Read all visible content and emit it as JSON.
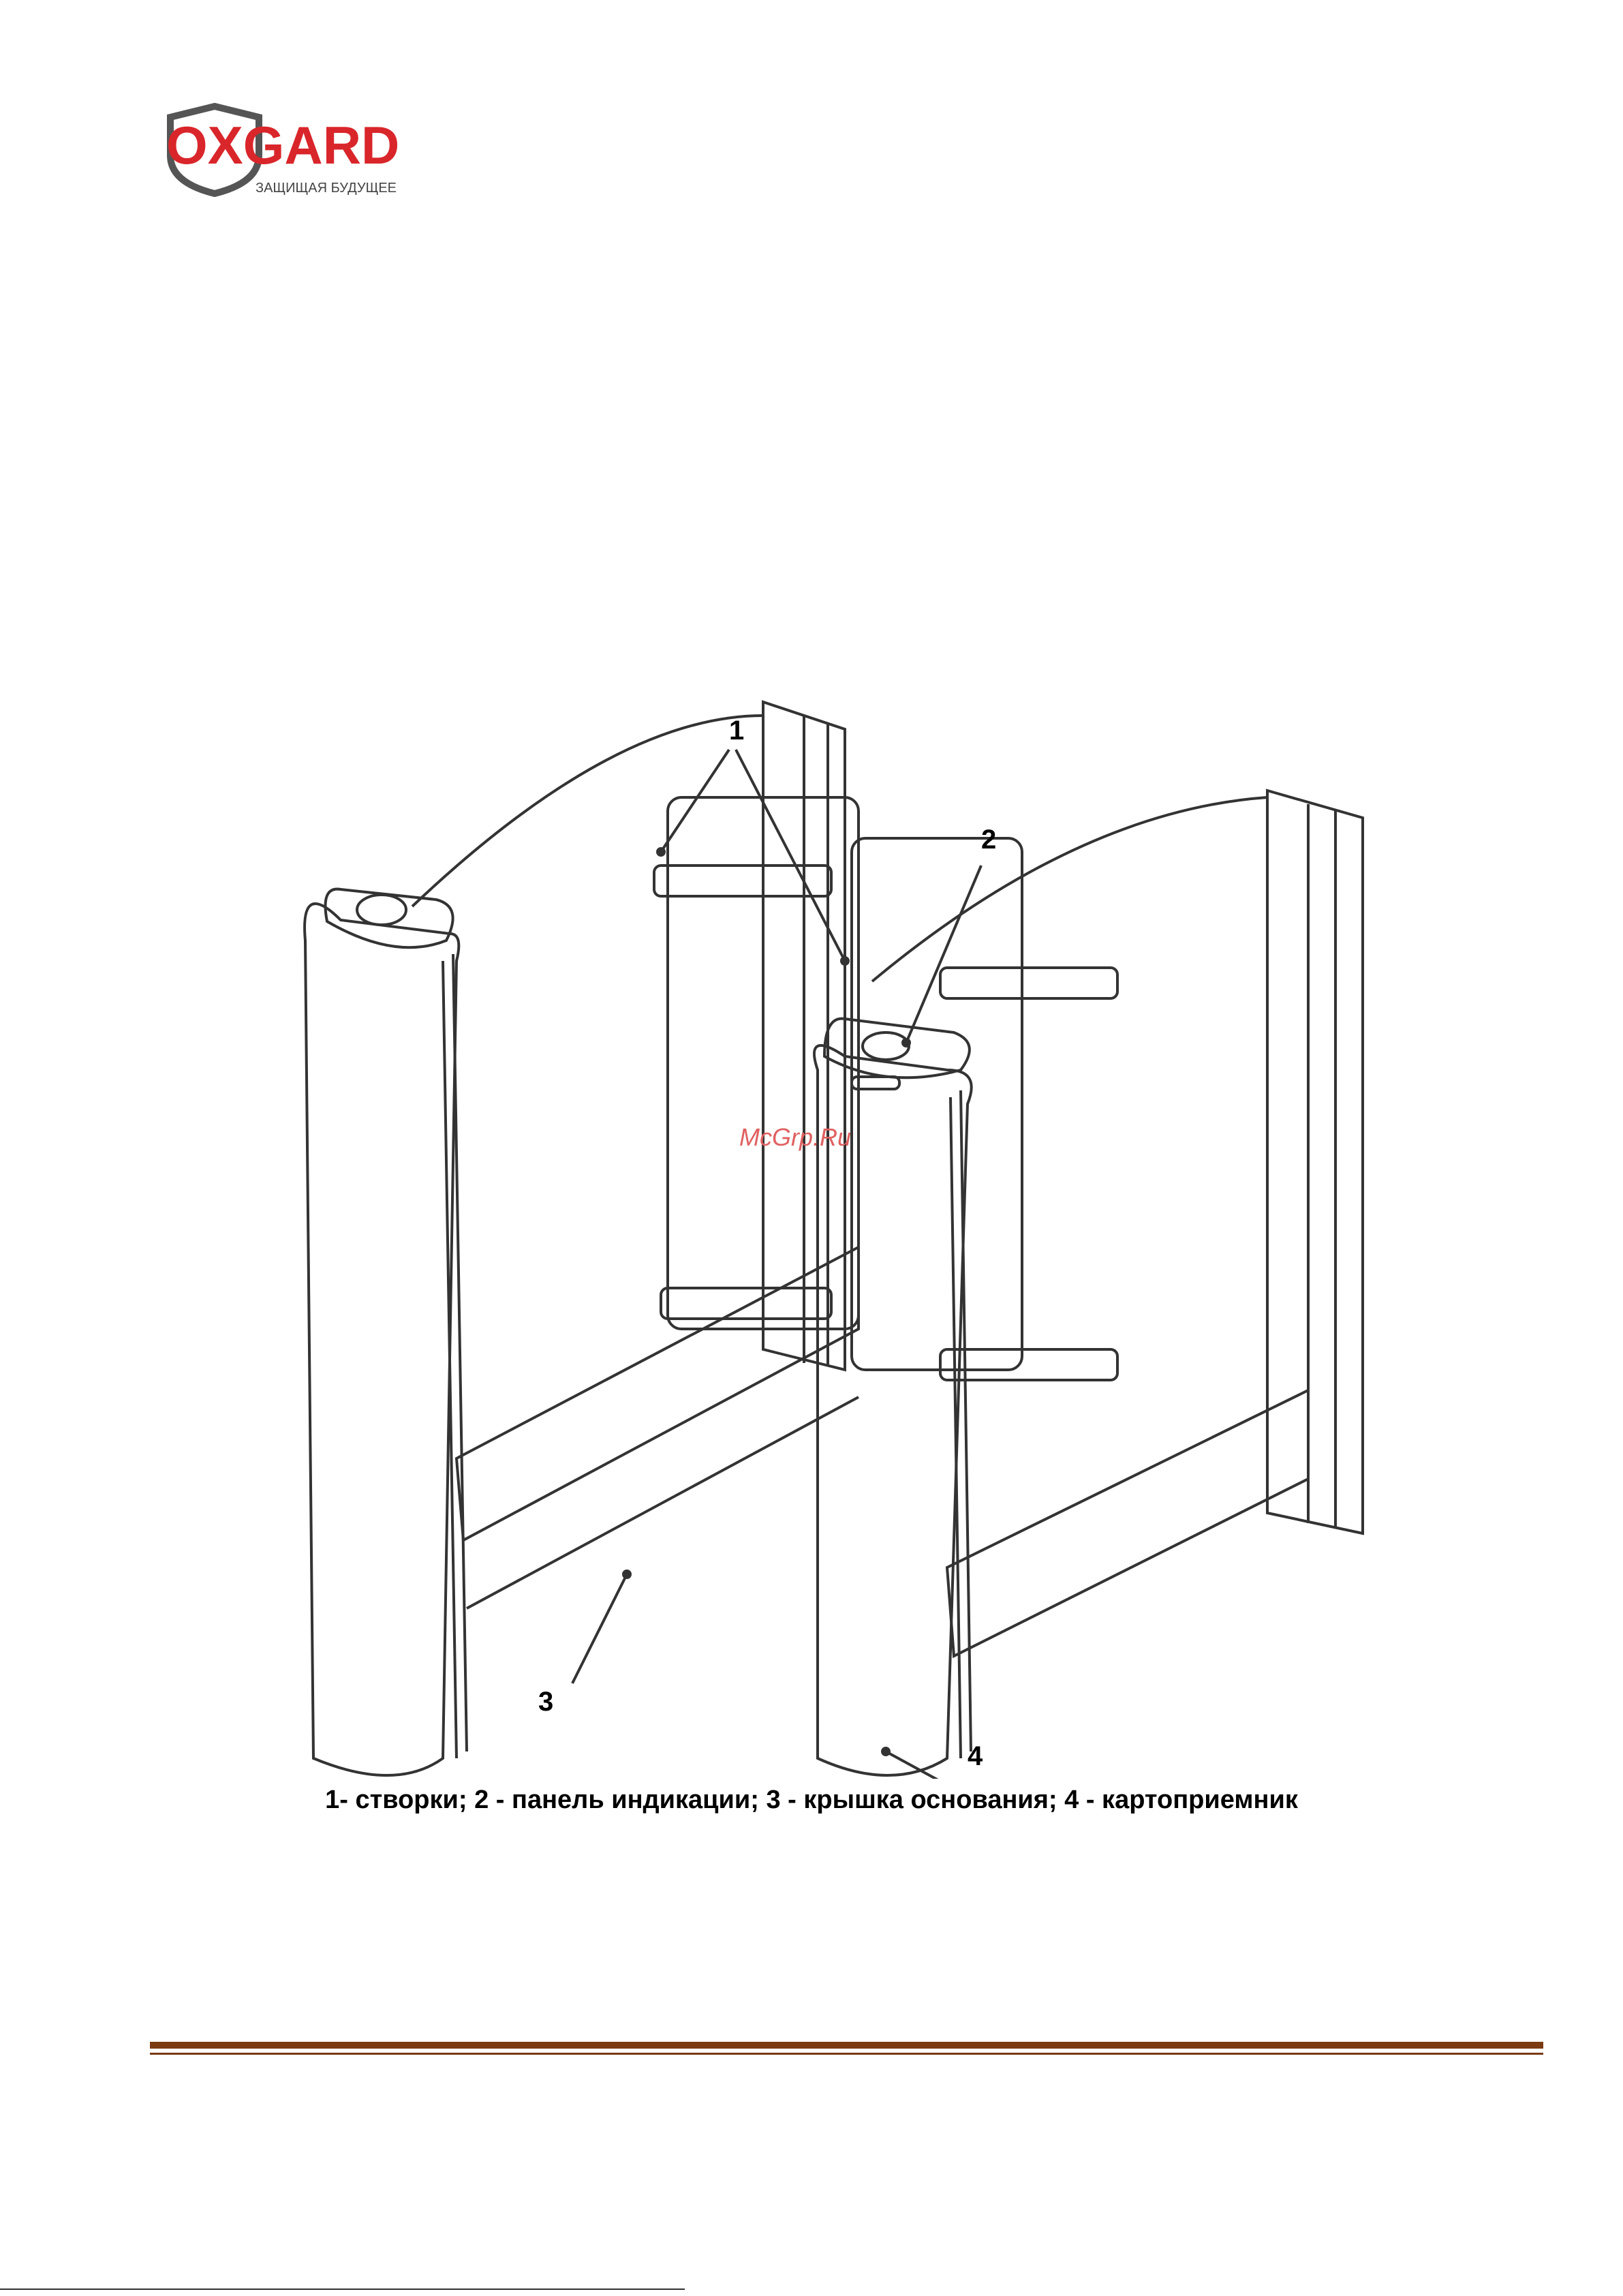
{
  "logo": {
    "brand": "OXGARD",
    "tagline": "ЗАЩИЩАЯ БУДУЩЕЕ",
    "accent_color": "#d9262b"
  },
  "figure": {
    "callouts": [
      "1",
      "2",
      "3",
      "4"
    ],
    "caption": "1- створки; 2 - панель индикации; 3 - крышка основания; 4 - картоприемник"
  },
  "watermark": "McGrp.Ru",
  "colors": {
    "rule": "#7b3a12",
    "line_drawing": "#333333"
  }
}
